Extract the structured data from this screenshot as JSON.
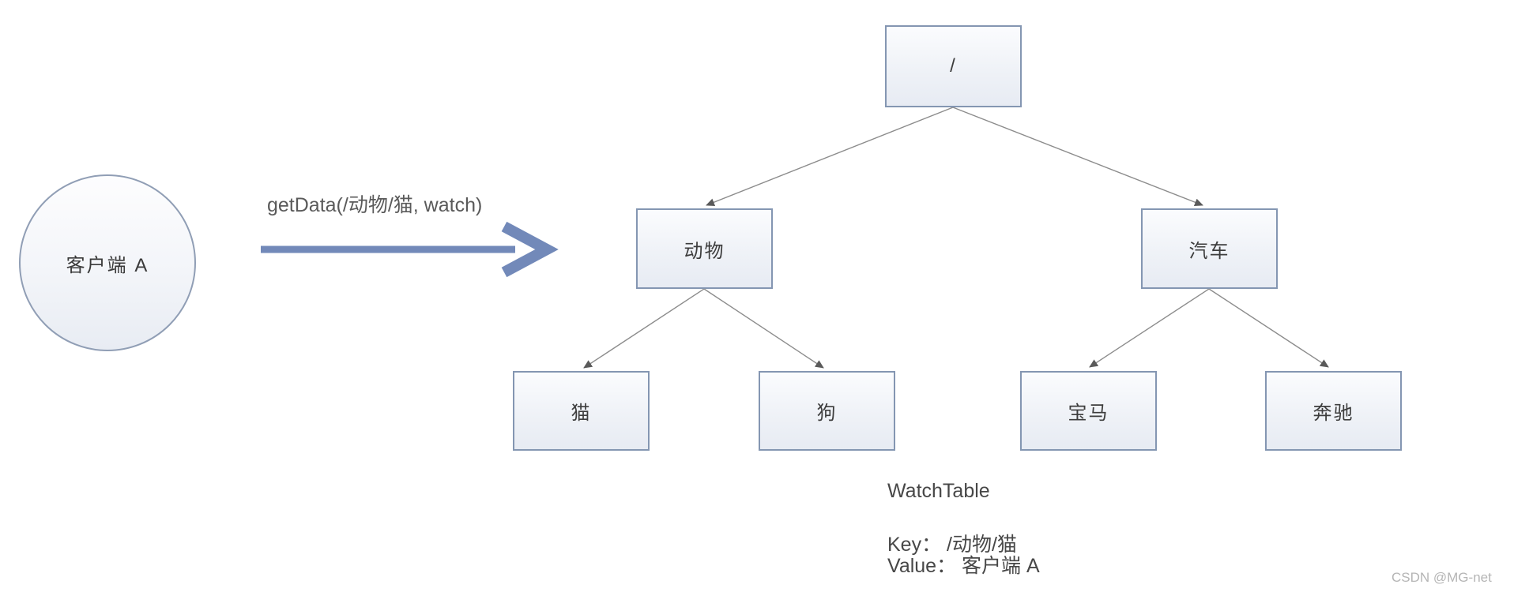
{
  "client": {
    "label": "客户端 A"
  },
  "request": {
    "label": "getData(/动物/猫, watch)"
  },
  "tree": {
    "root": {
      "label": "/"
    },
    "children": [
      {
        "label": "动物"
      },
      {
        "label": "汽车"
      }
    ],
    "leaves": [
      {
        "label": "猫"
      },
      {
        "label": "狗"
      },
      {
        "label": "宝马"
      },
      {
        "label": "奔驰"
      }
    ]
  },
  "watch_table": {
    "title": "WatchTable",
    "key_line": "Key： /动物/猫",
    "value_line": "Value： 客户端 A"
  },
  "watermark": "CSDN @MG-net",
  "colors": {
    "request_arrow": "#7289b9",
    "node_border": "#8496b2",
    "node_fill_top": "#fbfcfe",
    "node_fill_bottom": "#e7ebf3",
    "connector": "#8c8c8c",
    "connector_arrowhead": "#5a5a5a",
    "text": "#3d3d3d",
    "annotation_text": "#474747",
    "watermark_text": "#b5b5b5"
  }
}
